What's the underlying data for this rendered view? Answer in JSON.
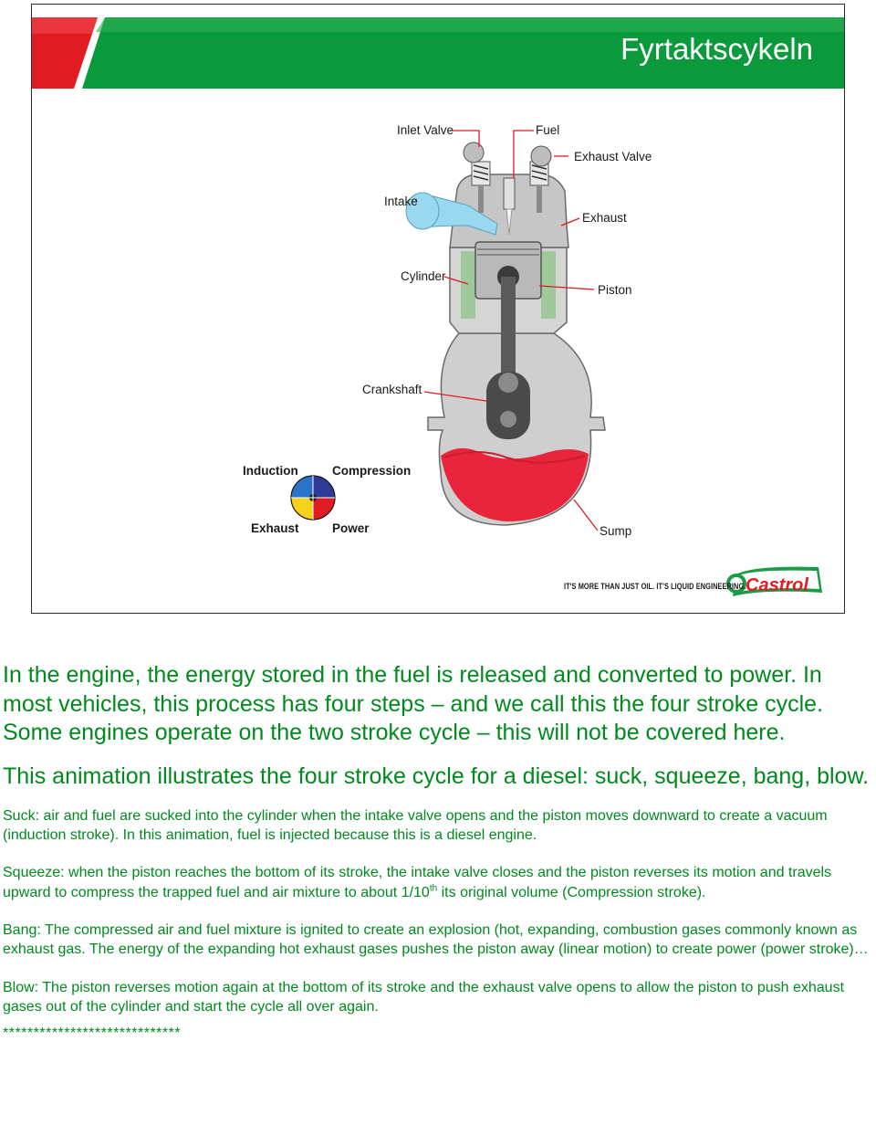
{
  "slide": {
    "title": "Fyrtaktscykeln",
    "labels": {
      "inlet_valve": "Inlet Valve",
      "fuel": "Fuel",
      "exhaust_valve": "Exhaust Valve",
      "intake": "Intake",
      "exhaust": "Exhaust",
      "cylinder": "Cylinder",
      "piston": "Piston",
      "crankshaft": "Crankshaft",
      "sump": "Sump"
    },
    "legend": {
      "induction": "Induction",
      "compression": "Compression",
      "exhaust": "Exhaust",
      "power": "Power"
    },
    "tagline": "IT'S MORE THAN JUST OIL. IT'S LIQUID ENGINEERING.",
    "brand": "Castrol",
    "colors": {
      "header_green": "#0a9a3c",
      "header_red": "#e11b22",
      "oil_red": "#e8253a",
      "intake_blue": "#9ad8ef",
      "cylinder_green": "#9fc89b",
      "engine_gray": "#cfcfcf",
      "text_green": "#008a1d"
    }
  },
  "body": {
    "p1": "In the engine, the energy stored in the fuel is released and converted to power. In most vehicles, this process has four steps – and we call this the four stroke cycle.  Some engines operate on the two stroke cycle – this will not be covered here.",
    "p2": "This animation illustrates the four stroke cycle for a diesel: suck, squeeze, bang, blow.",
    "suck": "Suck: air and fuel are sucked into the cylinder when the intake valve opens and the piston moves downward to create a vacuum (induction stroke).  In this animation, fuel is injected because this is a diesel engine.",
    "squeeze_a": "Squeeze: when the piston reaches the bottom of its stroke, the intake valve closes and the piston reverses its motion and travels upward to compress the trapped fuel and air mixture to about 1/10",
    "squeeze_sup": "th",
    "squeeze_b": " its original volume (Compression stroke).",
    "bang": "Bang:  The compressed air and fuel mixture is ignited to create an explosion (hot, expanding, combustion gases commonly known as exhaust gas. The energy of the expanding hot exhaust gases pushes the piston away (linear motion) to create power (power stroke)…",
    "blow": "Blow: The piston reverses motion again at the bottom of its stroke and the exhaust valve opens to allow the piston to push exhaust gases out of the cylinder and start the cycle all over again.",
    "stars": "*****************************"
  }
}
